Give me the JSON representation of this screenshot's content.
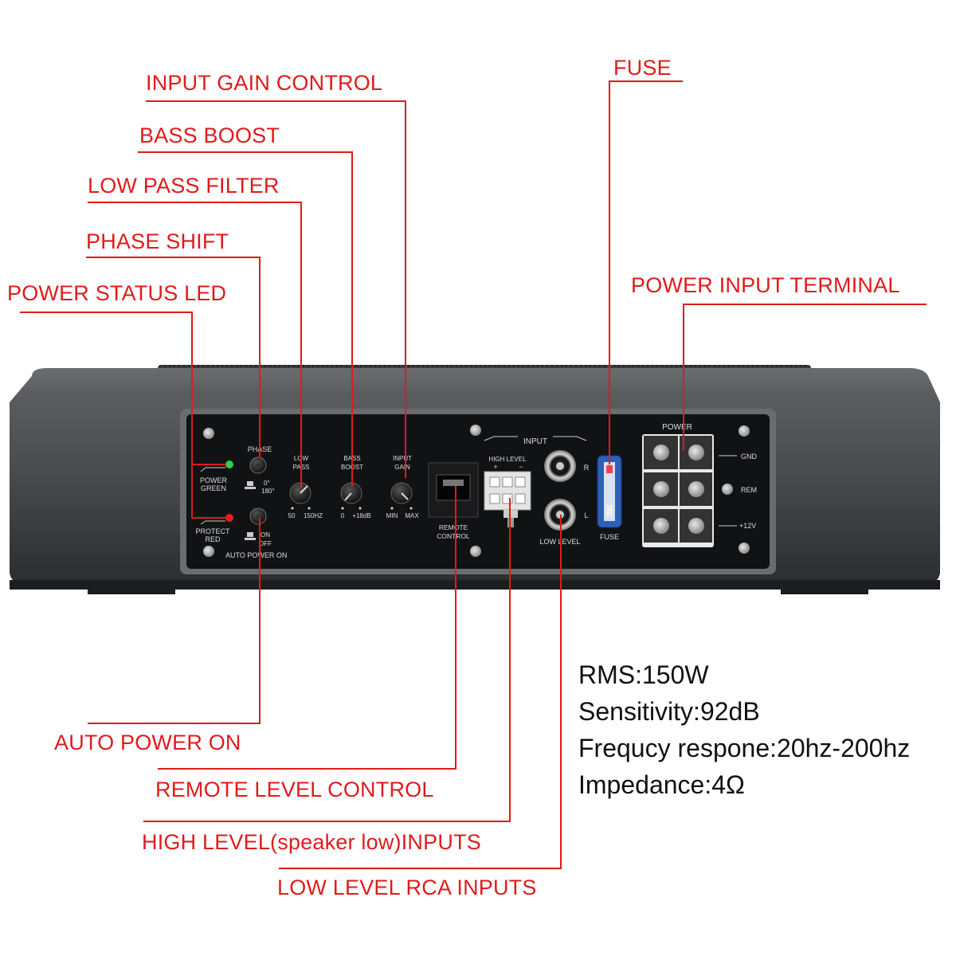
{
  "callouts": {
    "input_gain_control": "INPUT GAIN CONTROL",
    "bass_boost": "BASS BOOST",
    "low_pass_filter": "LOW PASS FILTER",
    "phase_shift": "PHASE SHIFT",
    "power_status_led": "POWER STATUS LED",
    "fuse": "FUSE",
    "power_input_terminal": "POWER INPUT TERMINAL",
    "auto_power_on": "AUTO POWER ON",
    "remote_level_control": "REMOTE LEVEL CONTROL",
    "high_level_inputs": "HIGH LEVEL(speaker low)INPUTS",
    "low_level_rca_inputs": "LOW LEVEL RCA INPUTS"
  },
  "panel": {
    "phase": "PHASE",
    "phase_0": "0°",
    "phase_180": "180°",
    "power_green": [
      "POWER",
      "GREEN"
    ],
    "protect_red": [
      "PROTECT",
      "RED"
    ],
    "on": "ON",
    "off": "OFF",
    "auto_power_on": "AUTO POWER ON",
    "low_pass": [
      "LOW",
      "PASS"
    ],
    "low_pass_min": "50",
    "low_pass_max": "150HZ",
    "bass_boost": [
      "BASS",
      "BOOST"
    ],
    "bass_boost_min": "0",
    "bass_boost_max": "+18dB",
    "input_gain": [
      "INPUT",
      "GAIN"
    ],
    "gain_min": "MIN",
    "gain_max": "MAX",
    "remote_control": [
      "REMOTE",
      "CONTROL"
    ],
    "input": "INPUT",
    "high_level": "HIGH LEVEL",
    "plus": "+",
    "minus": "−",
    "r": "R",
    "l": "L",
    "low_level": "LOW LEVEL",
    "fuse": "FUSE",
    "power": "POWER",
    "gnd": "GND",
    "rem": "REM",
    "plus12v": "+12V"
  },
  "specs": {
    "rms": "RMS:150W",
    "sensitivity": "Sensitivity:92dB",
    "frequency": "Frequcy respone:20hz-200hz",
    "impedance": "Impedance:4Ω"
  },
  "colors": {
    "callout_red": "#e01b1b",
    "body_dark": "#4a4c50",
    "panel_black": "#111214",
    "led_green": "#2fd04a",
    "led_red": "#e41e1e",
    "fuse_blue": "#2d5fb8"
  }
}
